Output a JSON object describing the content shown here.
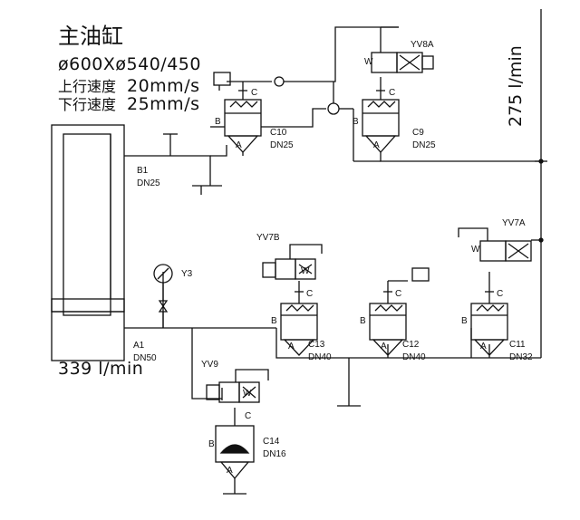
{
  "cylinder": {
    "title": "主油缸",
    "spec": "ø600Xø540/450",
    "up_label": "上行速度",
    "up_value": "20mm/s",
    "down_label": "下行速度",
    "down_value": "25mm/s"
  },
  "flows": {
    "right": "275 l/min",
    "left": "339 l/min"
  },
  "ports": {
    "b1": "B1",
    "b1_size": "DN25",
    "a1": "A1",
    "a1_size": "DN50"
  },
  "valves": {
    "c10": "C10",
    "c10_size": "DN25",
    "c9": "C9",
    "c9_size": "DN25",
    "c13": "C13",
    "c13_size": "DN40",
    "c12": "C12",
    "c12_size": "DN40",
    "c11": "C11",
    "c11_size": "DN32",
    "c14": "C14",
    "c14_size": "DN16"
  },
  "solenoids": {
    "yv8a": "YV8A",
    "yv7b": "YV7B",
    "yv7a": "YV7A",
    "yv9": "YV9"
  },
  "gauge": {
    "label": "Y3"
  },
  "port_letters": {
    "a": "A",
    "b": "B",
    "c": "C",
    "w": "W"
  }
}
